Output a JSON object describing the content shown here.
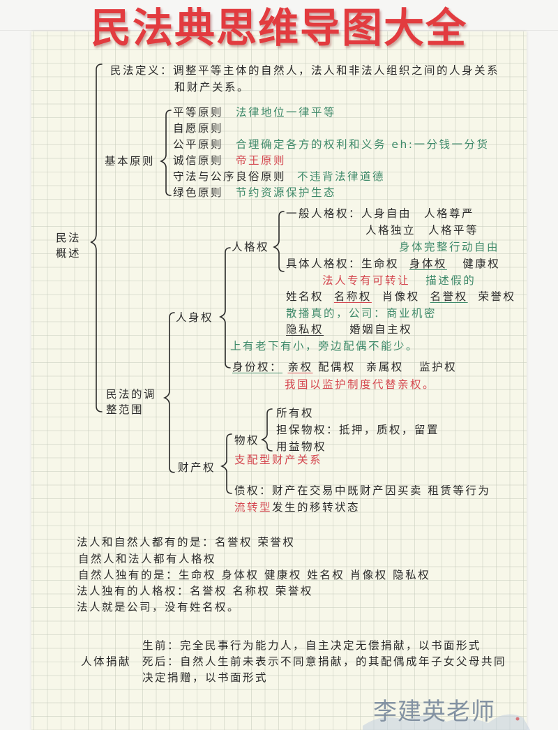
{
  "title": "民法典思维导图大全",
  "root": {
    "label_line1": "民法",
    "label_line2": "概述"
  },
  "definition": {
    "label": "民法定义：",
    "line1": "调整平等主体的自然人，法人和非法人组织之间的人身关系",
    "line2": "和财产关系。"
  },
  "principles": {
    "label": "基本原则",
    "items": [
      {
        "name": "平等原则",
        "note": "法律地位一律平等",
        "note_color": "green"
      },
      {
        "name": "自愿原则",
        "note": "",
        "note_color": ""
      },
      {
        "name": "公平原则",
        "note": "合理确定各方的权利和义务 eh:一分钱一分货",
        "note_color": "green"
      },
      {
        "name": "诚信原则",
        "note": "帝王原则",
        "note_color": "red"
      },
      {
        "name": "守法与公序良俗原则",
        "note": "不违背法律道德",
        "note_color": "green"
      },
      {
        "name": "绿色原则",
        "note": "节约资源保护生态",
        "note_color": "green"
      }
    ]
  },
  "scope": {
    "label_line1": "民法的调",
    "label_line2": "整范围",
    "personal_rights": {
      "label": "人身权",
      "personality": {
        "label": "人格权",
        "general_label": "一般人格权：",
        "general_line1": "人身自由　人格尊严",
        "general_line2": "人格独立　人格平等",
        "general_note": "身体完整行动自由",
        "specific_label": "具体人格权：",
        "specific_items": [
          "生命权",
          "身体权",
          "健康权"
        ],
        "specific_note_red": "法人专有可转让",
        "specific_note_green": "描述假的",
        "row2_items": [
          "姓名权",
          "名称权",
          "肖像权",
          "名誉权",
          "荣誉权"
        ],
        "row2_note": "散播真的，公司：商业机密",
        "row3_items": [
          "隐私权",
          "婚姻自主权"
        ]
      },
      "mnemonic": "上有老下有小，旁边配偶不能少。",
      "identity": {
        "label": "身份权：",
        "items": [
          "亲权",
          "配偶权",
          "亲属权",
          "监护权"
        ],
        "note": "我国以监护制度代替亲权。"
      }
    },
    "property_rights": {
      "label": "财产权",
      "real_rights": {
        "label": "物权",
        "items": [
          "所有权",
          "担保物权：抵押，质权，留置",
          "用益物权"
        ],
        "note": "支配型财产关系"
      },
      "creditor_rights": {
        "line1": "债权：财产在交易中既财产因买卖 租赁等行为",
        "line2_red": "流转型",
        "line2_rest": "发生的移转状态"
      }
    }
  },
  "summary": [
    "法人和自然人都有的是：名誉权 荣誉权",
    "自然人和法人都有人格权",
    "自然人独有的是：生命权 身体权 健康权 姓名权 肖像权 隐私权",
    "法人独有的人格权：名誉权 名称权 荣誉权",
    "法人就是公司，没有姓名权。"
  ],
  "donation": {
    "label": "人体捐献",
    "line1": "生前：完全民事行为能力人，自主决定无偿捐献，以书面形式",
    "line2": "死后：自然人生前未表示不同意捐献，的其配偶成年子女父母共同",
    "line3": "决定捐赠，以书面形式"
  },
  "watermark": "李建英老师",
  "colors": {
    "title": "#e23b3f",
    "green_note": "#3f8a6a",
    "red_note": "#d4474f",
    "ink": "#2b2b2b",
    "paper": "#f7f7e9"
  }
}
